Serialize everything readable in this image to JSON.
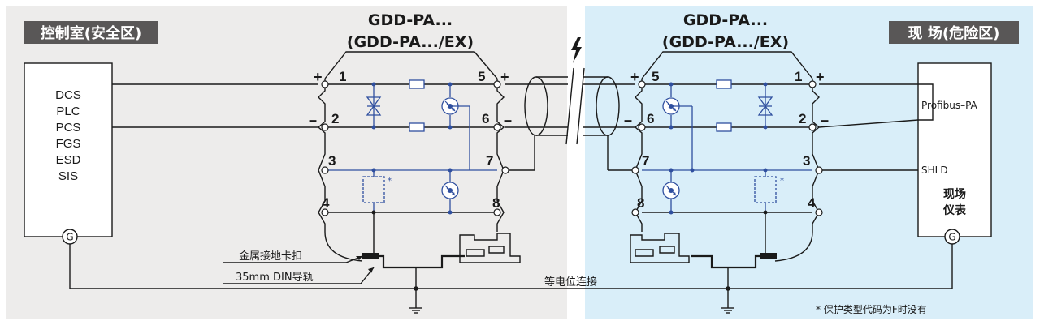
{
  "colors": {
    "safe_zone_bg": "#edeceb",
    "hazard_zone_bg": "#d9eef9",
    "zone_label_bg": "#595757",
    "wire_black": "#1a1a1a",
    "circuit_blue": "#2f4f9f"
  },
  "left_module": {
    "title_line1": "GDD-PA...",
    "title_line2": "(GDD-PA.../EX)"
  },
  "right_module": {
    "title_line1": "GDD-PA...",
    "title_line2": "(GDD-PA.../EX)"
  },
  "zones": {
    "safe": "控制室(安全区)",
    "hazard": "现 场(危险区)"
  },
  "control_system": {
    "lines": [
      "DCS",
      "PLC",
      "PCS",
      "FGS",
      "ESD",
      "SIS"
    ]
  },
  "field_device": {
    "name_line1": "现场",
    "name_line2": "仪表",
    "port_signal": "Profibus–PA",
    "port_shield": "SHLD"
  },
  "terminals": {
    "left": {
      "t1": "1",
      "t2": "2",
      "t3": "3",
      "t4": "4",
      "t5": "5",
      "t6": "6",
      "t7": "7",
      "t8": "8"
    },
    "right": {
      "t5": "5",
      "t6": "6",
      "t7": "7",
      "t8": "8",
      "t1": "1",
      "t2": "2",
      "t3": "3",
      "t4": "4"
    },
    "plus": "+",
    "minus": "–",
    "star": "*"
  },
  "symbols": {
    "ground": "G"
  },
  "annotations": {
    "clip": "金属接地卡扣",
    "rail": "35mm DIN导轨",
    "equipotential": "等电位连接",
    "footnote": "* 保护类型代码为F时没有"
  }
}
